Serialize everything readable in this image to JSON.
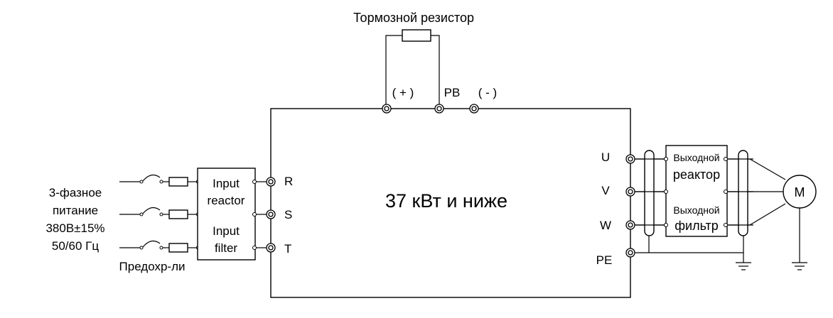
{
  "labels": {
    "brake_resistor": "Тормозной резистор",
    "plus": "( + )",
    "pb": "PB",
    "minus": "( - )",
    "main_text": "37 кВт и ниже",
    "supply_line1": "3-фазное",
    "supply_line2": "питание",
    "supply_line3": "380В±15%",
    "supply_line4": "50/60  Гц",
    "fuses": "Предохр-ли",
    "input_reactor_1": "Input",
    "input_reactor_2": "reactor",
    "input_filter_1": "Input",
    "input_filter_2": "filter",
    "terminal_r": "R",
    "terminal_s": "S",
    "terminal_t": "T",
    "terminal_u": "U",
    "terminal_v": "V",
    "terminal_w": "W",
    "terminal_pe": "PE",
    "out_reactor_1": "Выходной",
    "out_reactor_2": "реактор",
    "out_filter_1": "Выходной",
    "out_filter_2": "фильтр",
    "motor": "M"
  }
}
